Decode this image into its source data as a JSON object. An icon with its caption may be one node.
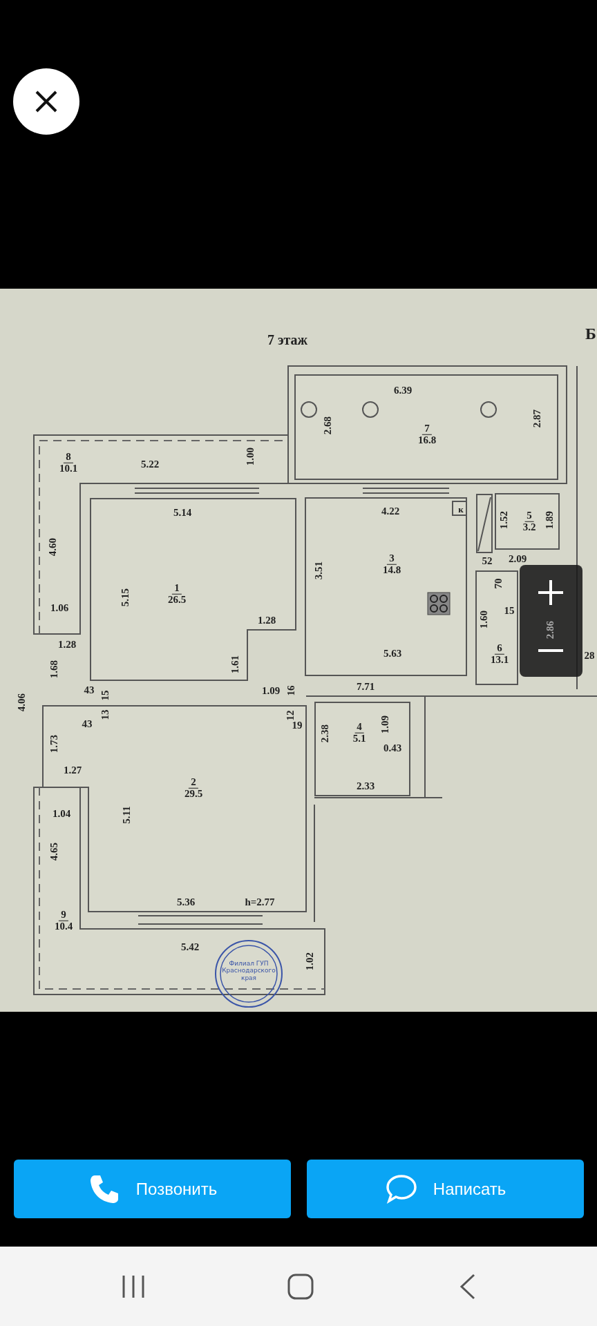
{
  "diagram": {
    "nodes": [
      {
        "text": [
          "7",
          "16.8"
        ]
      },
      {
        "text": [
          "8",
          "10.1"
        ]
      },
      {
        "text": [
          "5",
          "3.2"
        ]
      },
      {
        "text": [
          "3",
          "14.8"
        ]
      },
      {
        "text": [
          "к"
        ],
        "in": 3
      },
      {
        "text": [
          "1",
          "26.5"
        ]
      },
      {
        "text": [
          "6",
          "13.1"
        ]
      },
      {
        "text": [
          "4",
          "5.1"
        ]
      },
      {
        "text": [
          "2",
          "29.5"
        ]
      },
      {
        "text": [
          "9",
          "10.4"
        ]
      },
      {
        "text": [
          "Филиал ГУП Краснодарского края"
        ]
      }
    ],
    "labels": [
      "7 этаж",
      "Б",
      "6.39",
      "2.68",
      "2.87",
      "5.22",
      "1.00",
      "5.14",
      "4.22",
      "1.52",
      "1.89",
      "4.60",
      "52",
      "2.09",
      "3.51",
      "70",
      "5.15",
      "1.06",
      "15",
      "1.28",
      "1.60",
      "2.86",
      "1.28",
      "5.63",
      "28",
      "1.68",
      "1.61",
      "7.71",
      "4.06",
      "43",
      "15",
      "1.09",
      "16",
      "13",
      "12",
      "43",
      "19",
      "1.09",
      "2.38",
      "1.73",
      "0.43",
      "1.27",
      "2.33",
      "1.04",
      "5.11",
      "4.65",
      "5.36",
      "h=2.77",
      "5.42",
      "1.02",
      "Позвонить",
      "Написать"
    ]
  }
}
